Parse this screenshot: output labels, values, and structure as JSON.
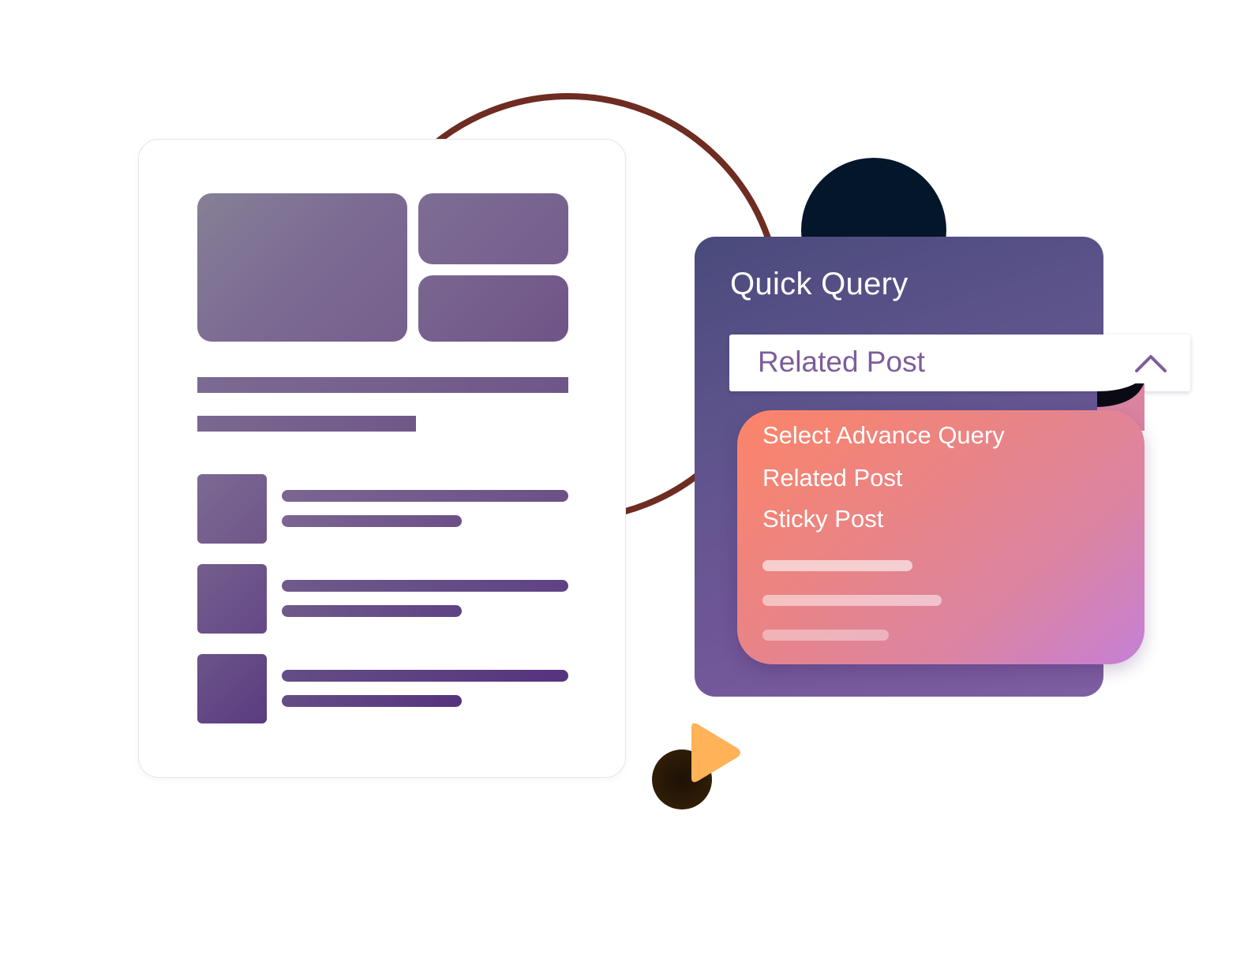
{
  "quick_query": {
    "title": "Quick Query",
    "selected_value": "Related Post",
    "options": [
      "Select Advance Query",
      "Related Post",
      "Sticky Post"
    ]
  },
  "colors": {
    "panel": "#5e548c",
    "dropdown_start": "#fc8468",
    "dropdown_end": "#c580d6",
    "select_text": "#7d5d9a",
    "arc": "#6e2c22",
    "dome": "#04162a",
    "play": "#ffb258"
  },
  "icons": {
    "select_toggle": "chevron-up-icon",
    "decoration": "play-icon"
  }
}
